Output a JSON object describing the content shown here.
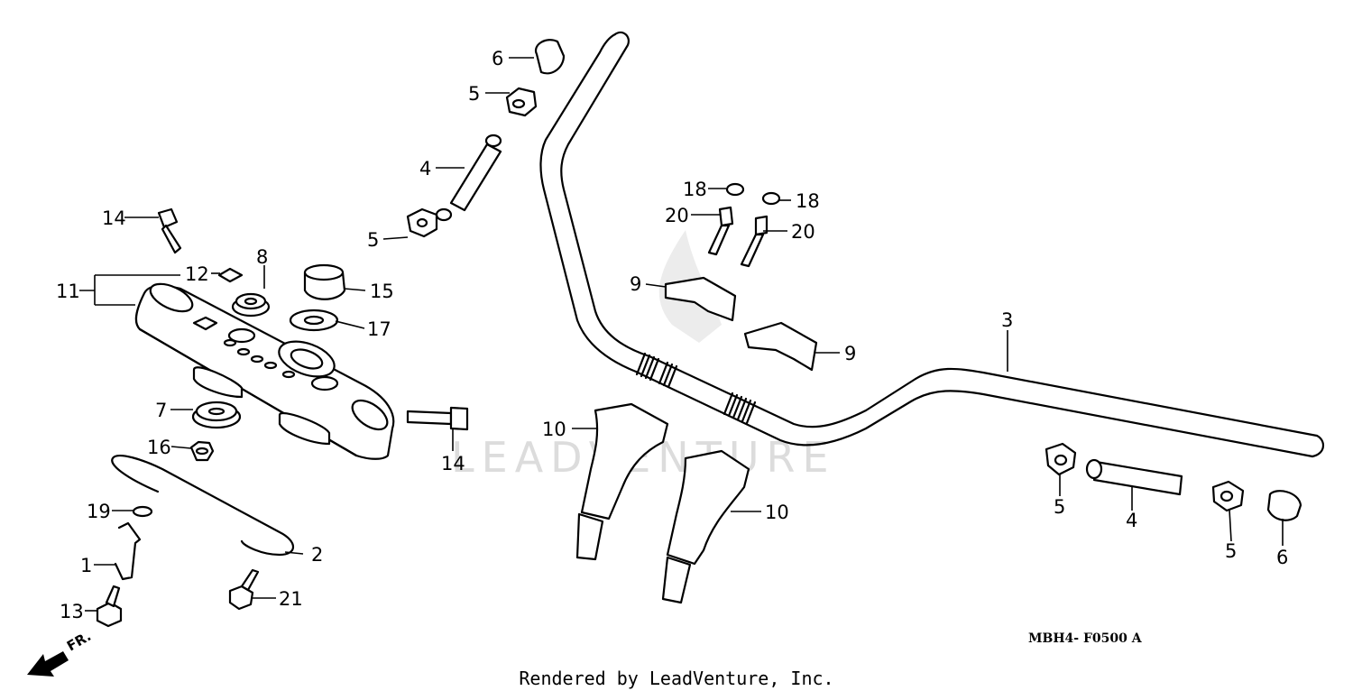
{
  "diagram": {
    "watermark": "LEADVENTURE",
    "diagram_code": "MBH4- F0500 A",
    "direction_label": "FR.",
    "footer": "Rendered by LeadVenture, Inc.",
    "callouts": [
      "1",
      "2",
      "3",
      "4",
      "4",
      "5",
      "5",
      "5",
      "5",
      "6",
      "6",
      "7",
      "8",
      "9",
      "9",
      "10",
      "10",
      "11",
      "12",
      "13",
      "14",
      "14",
      "15",
      "16",
      "17",
      "18",
      "18",
      "19",
      "20",
      "20",
      "21"
    ]
  }
}
